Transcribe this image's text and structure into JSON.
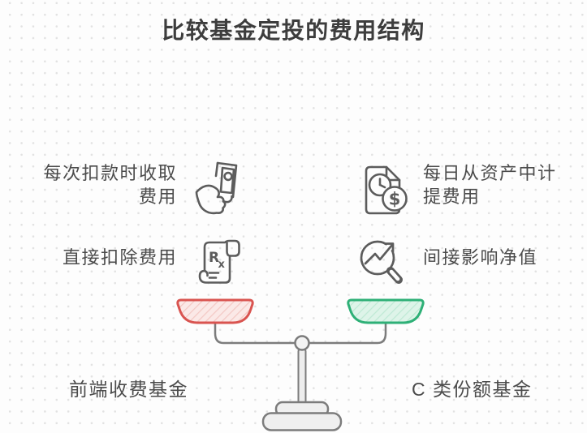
{
  "title": "比较基金定投的费用结构",
  "left_column": {
    "features": [
      {
        "text": "每次扣款时收取\n费用",
        "icon": "hand-holding-bill-icon"
      },
      {
        "text": "直接扣除费用",
        "icon": "rx-receipt-icon"
      }
    ],
    "label": "前端收费基金",
    "pan": {
      "name": "red-scale-pan",
      "border_color": "#d95450",
      "fill_color": "#fbe9e7",
      "hatch_color": "#f3c9c5"
    }
  },
  "right_column": {
    "features": [
      {
        "text": "每日从资产中计\n提费用",
        "icon": "document-clock-dollar-icon"
      },
      {
        "text": "间接影响净值",
        "icon": "magnifier-trend-icon"
      }
    ],
    "label": "C 类份额基金",
    "pan": {
      "name": "green-scale-pan",
      "border_color": "#2eb077",
      "fill_color": "#def4e9",
      "hatch_color": "#bfe9d5"
    }
  },
  "colors": {
    "title_text": "#3d3d3d",
    "body_text": "#4b4b4b",
    "icon_stroke": "#5c5c5c",
    "stand_stroke": "#7c7c7c",
    "background": "#fdfdfd"
  }
}
